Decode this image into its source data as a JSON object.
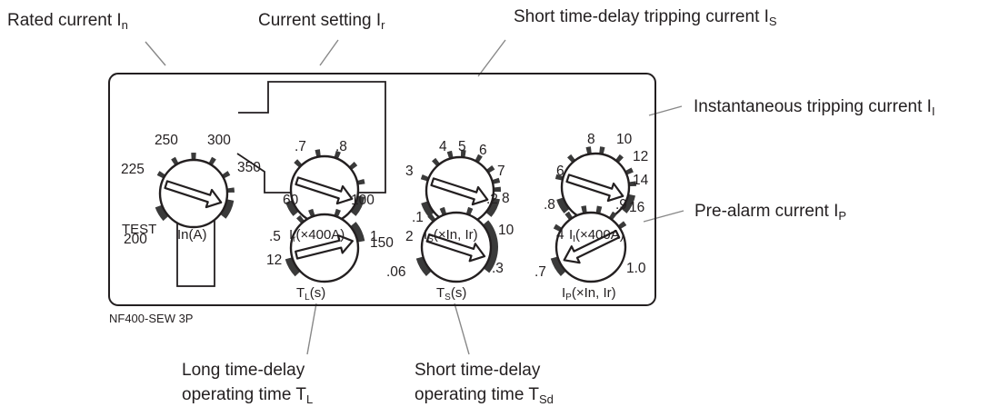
{
  "callouts": {
    "rated_current": {
      "text": "Rated current I",
      "sub": "n"
    },
    "current_setting": {
      "text": "Current setting I",
      "sub": "r"
    },
    "short_td_tripping": {
      "text": "Short time-delay tripping current I",
      "sub": "S"
    },
    "instantaneous": {
      "text": "Instantaneous tripping current I",
      "sub": "I"
    },
    "pre_alarm": {
      "text": "Pre-alarm current I",
      "sub": "P"
    },
    "long_td_line1": "Long time-delay",
    "long_td_line2": {
      "text": "operating time T",
      "sub": "L"
    },
    "short_td_line1": "Short time-delay",
    "short_td_line2": {
      "text": "operating time T",
      "sub": "Sd"
    }
  },
  "panel": {
    "model": "NF400-SEW 3P",
    "test_label": "TEST"
  },
  "dials": {
    "in": {
      "label": "In(A)",
      "ticks": [
        "200",
        "225",
        "250",
        "300",
        "350"
      ]
    },
    "ir": {
      "label_main": "I",
      "label_sub": "r",
      "label_rest": "(×400A)",
      "ticks": [
        ".5",
        ".7",
        ".8",
        "1"
      ]
    },
    "is": {
      "label_main": "I",
      "label_sub": "S",
      "label_rest": "(×In, Ir)",
      "ticks": [
        "2",
        "3",
        "4",
        "5",
        "6",
        "7",
        "8",
        "10"
      ]
    },
    "ii": {
      "label_main": "I",
      "label_sub": "I",
      "label_rest": "(×400A)",
      "ticks": [
        "4",
        "6",
        "8",
        "10",
        "12",
        "14",
        "16"
      ]
    },
    "tl": {
      "label_main": "T",
      "label_sub": "L",
      "label_rest": "(s)",
      "ticks": [
        "12",
        "60",
        "100",
        "150"
      ]
    },
    "ts": {
      "label_main": "T",
      "label_sub": "S",
      "label_rest": "(s)",
      "ticks": [
        ".06",
        ".1",
        ".2",
        ".3"
      ]
    },
    "ip": {
      "label_main": "I",
      "label_sub": "P",
      "label_rest": "(×In, Ir)",
      "ticks": [
        ".7",
        ".8",
        ".9",
        "1.0"
      ]
    }
  },
  "colors": {
    "ink": "#231f20",
    "dial_segment": "#3a3a3a"
  }
}
